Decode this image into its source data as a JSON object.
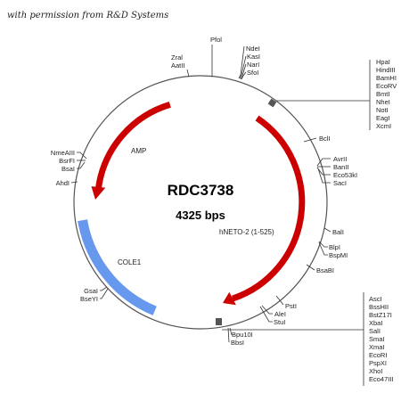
{
  "credit": "with permission from R&D Systems",
  "plasmid": {
    "name": "RDC3738",
    "size": "4325 bps"
  },
  "colors": {
    "backbone": "#555555",
    "arrow": "#cc0000",
    "ori": "#6699ee",
    "text": "#222222"
  },
  "features": [
    {
      "id": "amp",
      "label": "AMP"
    },
    {
      "id": "insert",
      "label": "hNETO-2 (1-525)"
    },
    {
      "id": "ori",
      "label": "COLE1"
    }
  ],
  "sites": {
    "top": [
      "Pfol",
      "Zral",
      "AatII",
      "NdeI",
      "KasI",
      "NarI",
      "SfoI"
    ],
    "mcs_top": [
      "HpaI",
      "HindIII",
      "BamHI",
      "EcoRV",
      "BmtI",
      "NheI",
      "NotI",
      "EagI",
      "XcmI"
    ],
    "right": [
      "BclI",
      "AvrII",
      "BanII",
      "Eco53kI",
      "SacI",
      "BalI",
      "BlpI",
      "BspMI",
      "BsaBI"
    ],
    "bottom": [
      "PstI",
      "AleI",
      "StuI",
      "Bpu10I",
      "BbsI"
    ],
    "mcs_bottom": [
      "AscI",
      "BssHII",
      "BstZ17I",
      "XbaI",
      "SalI",
      "SmaI",
      "XmaI",
      "EcoRI",
      "PspXI",
      "XhoI",
      "Eco47III"
    ],
    "left": [
      "NmeAIII",
      "BsrFI",
      "BsaI",
      "AhdI",
      "GsaI",
      "BseYI"
    ]
  }
}
